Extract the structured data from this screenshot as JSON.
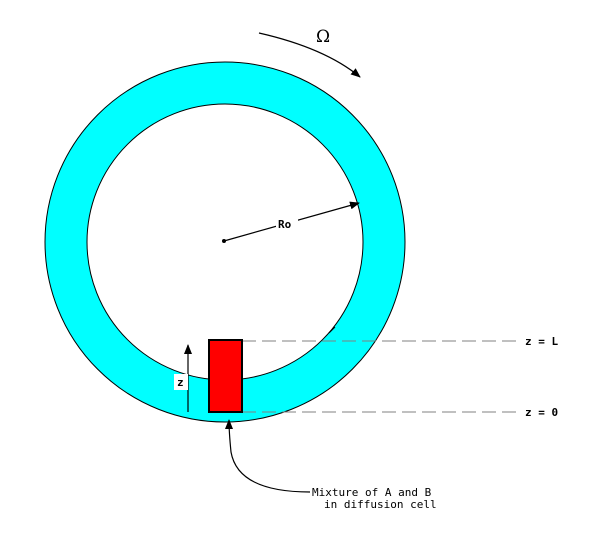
{
  "diagram": {
    "omega_symbol": "Ω",
    "radius_label": "Ro",
    "height_axis_label": "z",
    "level_top_label": "z = L",
    "level_bottom_label": "z = 0",
    "caption_line1": "Mixture of A and B",
    "caption_line2": "in diffusion cell",
    "colors": {
      "ring_fill": "#00ffff",
      "cell_fill": "#ff0000",
      "outline": "#000000",
      "dashed_line": "#808080"
    }
  }
}
